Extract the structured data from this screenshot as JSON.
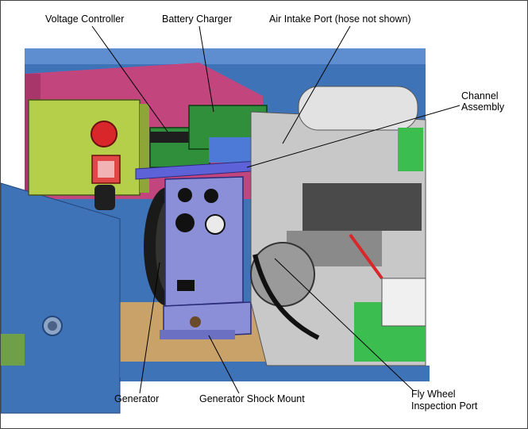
{
  "labels": {
    "voltage_controller": "Voltage Controller",
    "battery_charger": "Battery Charger",
    "air_intake_port": "Air Intake Port (hose not shown)",
    "channel_assembly_line1": "Channel",
    "channel_assembly_line2": "Assembly",
    "generator": "Generator",
    "generator_shock_mount": "Generator Shock Mount",
    "fly_wheel_line1": "Fly Wheel",
    "fly_wheel_line2": "Inspection Port"
  },
  "colors": {
    "enclosure_blue": "#3f73b8",
    "enclosure_magenta": "#c2457e",
    "panel_green": "#b6cf4a",
    "charger_green": "#2f8f3a",
    "control_panel_blue": "#8a8fd8",
    "floor_tan": "#c9a26a",
    "engine_gray": "#c8c8c8",
    "accent_red": "#d8262a",
    "leader_line": "#000000"
  }
}
